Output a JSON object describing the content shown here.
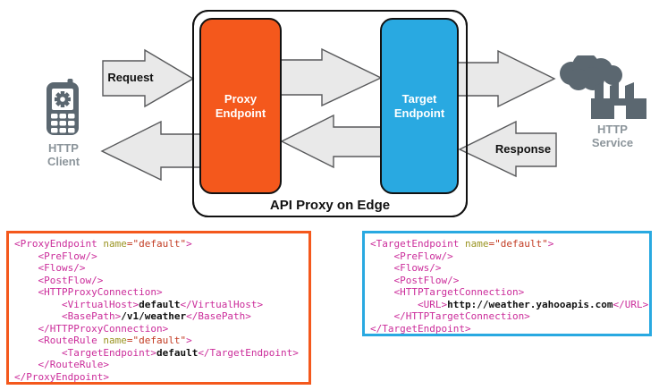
{
  "diagram": {
    "container_label": "API Proxy on Edge",
    "client": {
      "icon": "mobile-phone-gear-icon",
      "label": [
        "HTTP",
        "Client"
      ]
    },
    "service": {
      "icon": "cloud-factory-icon",
      "label": [
        "HTTP",
        "Service"
      ]
    },
    "proxy_box": {
      "label": [
        "Proxy",
        "Endpoint"
      ],
      "color": "#F4581C"
    },
    "target_box": {
      "label": [
        "Target",
        "Endpoint"
      ],
      "color": "#29A9E1"
    },
    "arrows": {
      "request_label": "Request",
      "response_label": "Response",
      "fill": "#E9E9E9",
      "stroke": "#58595B"
    },
    "icon_color": "#5B6770",
    "node_label_color": "#8C959B"
  },
  "code_blocks": [
    {
      "id": "proxy-endpoint-config",
      "border_color": "#F4581C",
      "lines": [
        [
          [
            "tag",
            "<ProxyEndpoint"
          ],
          [
            "plain",
            " "
          ],
          [
            "attr",
            "name"
          ],
          [
            "val",
            "=\"default\""
          ],
          [
            "tag",
            ">"
          ]
        ],
        [
          [
            "tag",
            "    <PreFlow/>"
          ]
        ],
        [
          [
            "tag",
            "    <Flows/>"
          ]
        ],
        [
          [
            "tag",
            "    <PostFlow/>"
          ]
        ],
        [
          [
            "tag",
            "    <HTTPProxyConnection>"
          ]
        ],
        [
          [
            "tag",
            "        <VirtualHost>"
          ],
          [
            "text",
            "default"
          ],
          [
            "tag",
            "</VirtualHost>"
          ]
        ],
        [
          [
            "tag",
            "        <BasePath>"
          ],
          [
            "text",
            "/v1/weather"
          ],
          [
            "tag",
            "</BasePath>"
          ]
        ],
        [
          [
            "tag",
            "    </HTTPProxyConnection>"
          ]
        ],
        [
          [
            "tag",
            "    <RouteRule"
          ],
          [
            "plain",
            " "
          ],
          [
            "attr",
            "name"
          ],
          [
            "val",
            "=\"default\""
          ],
          [
            "tag",
            ">"
          ]
        ],
        [
          [
            "tag",
            "        <TargetEndpoint>"
          ],
          [
            "text",
            "default"
          ],
          [
            "tag",
            "</TargetEndpoint>"
          ]
        ],
        [
          [
            "tag",
            "    </RouteRule>"
          ]
        ],
        [
          [
            "tag",
            "</ProxyEndpoint>"
          ]
        ]
      ]
    },
    {
      "id": "target-endpoint-config",
      "border_color": "#29A9E1",
      "lines": [
        [
          [
            "tag",
            "<TargetEndpoint"
          ],
          [
            "plain",
            " "
          ],
          [
            "attr",
            "name"
          ],
          [
            "val",
            "=\"default\""
          ],
          [
            "tag",
            ">"
          ]
        ],
        [
          [
            "tag",
            "    <PreFlow/>"
          ]
        ],
        [
          [
            "tag",
            "    <Flows/>"
          ]
        ],
        [
          [
            "tag",
            "    <PostFlow/>"
          ]
        ],
        [
          [
            "tag",
            "    <HTTPTargetConnection>"
          ]
        ],
        [
          [
            "tag",
            "        <URL>"
          ],
          [
            "text",
            "http://weather.yahooapis.com"
          ],
          [
            "tag",
            "</URL>"
          ]
        ],
        [
          [
            "tag",
            "    </HTTPTargetConnection>"
          ]
        ],
        [
          [
            "tag",
            "</TargetEndpoint>"
          ]
        ]
      ]
    }
  ]
}
